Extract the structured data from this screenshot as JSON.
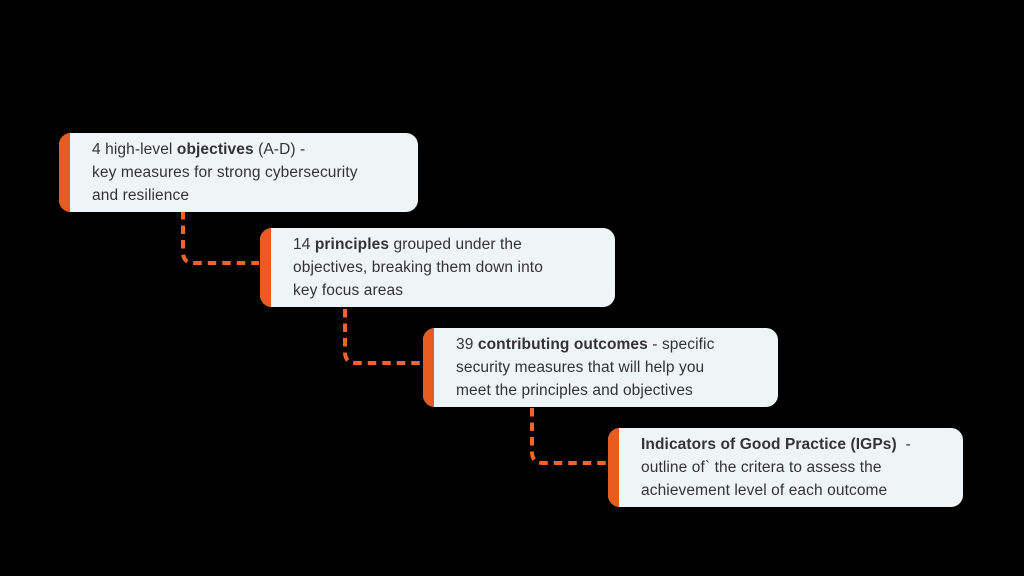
{
  "colors": {
    "accent": "#E85D1F",
    "connector": "#F0662A",
    "card_bg": "#EFF4F6",
    "text": "#333333",
    "page_bg": "#000000"
  },
  "cards": [
    {
      "id": "objectives",
      "segments": [
        {
          "text": "4 high-level ",
          "bold": false
        },
        {
          "text": "objectives",
          "bold": true
        },
        {
          "text": " (A-D) -\nkey measures for strong cybersecurity\nand resilience",
          "bold": false
        }
      ]
    },
    {
      "id": "principles",
      "segments": [
        {
          "text": "14 ",
          "bold": false
        },
        {
          "text": "principles",
          "bold": true
        },
        {
          "text": " grouped under the\nobjectives, breaking them down into\nkey focus areas",
          "bold": false
        }
      ]
    },
    {
      "id": "contributing-outcomes",
      "segments": [
        {
          "text": "39 ",
          "bold": false
        },
        {
          "text": "contributing outcomes",
          "bold": true
        },
        {
          "text": " - specific\nsecurity measures that will help you\nmeet the principles and objectives",
          "bold": false
        }
      ]
    },
    {
      "id": "igps",
      "segments": [
        {
          "text": "Indicators of Good Practice (IGPs)",
          "bold": true
        },
        {
          "text": "  -\noutline of` the critera to assess the\nachievement level of each outcome",
          "bold": false
        }
      ]
    }
  ]
}
